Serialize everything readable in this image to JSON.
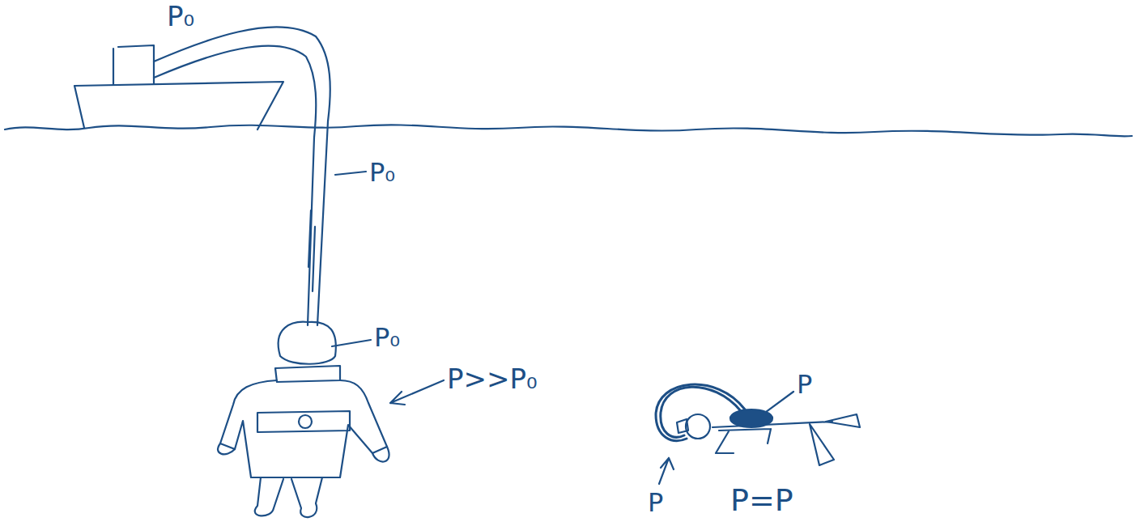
{
  "diagram": {
    "labels": [
      "P₀",
      "P₀",
      "P₀",
      "P>>P₀",
      "P",
      "P",
      "P=P"
    ]
  }
}
